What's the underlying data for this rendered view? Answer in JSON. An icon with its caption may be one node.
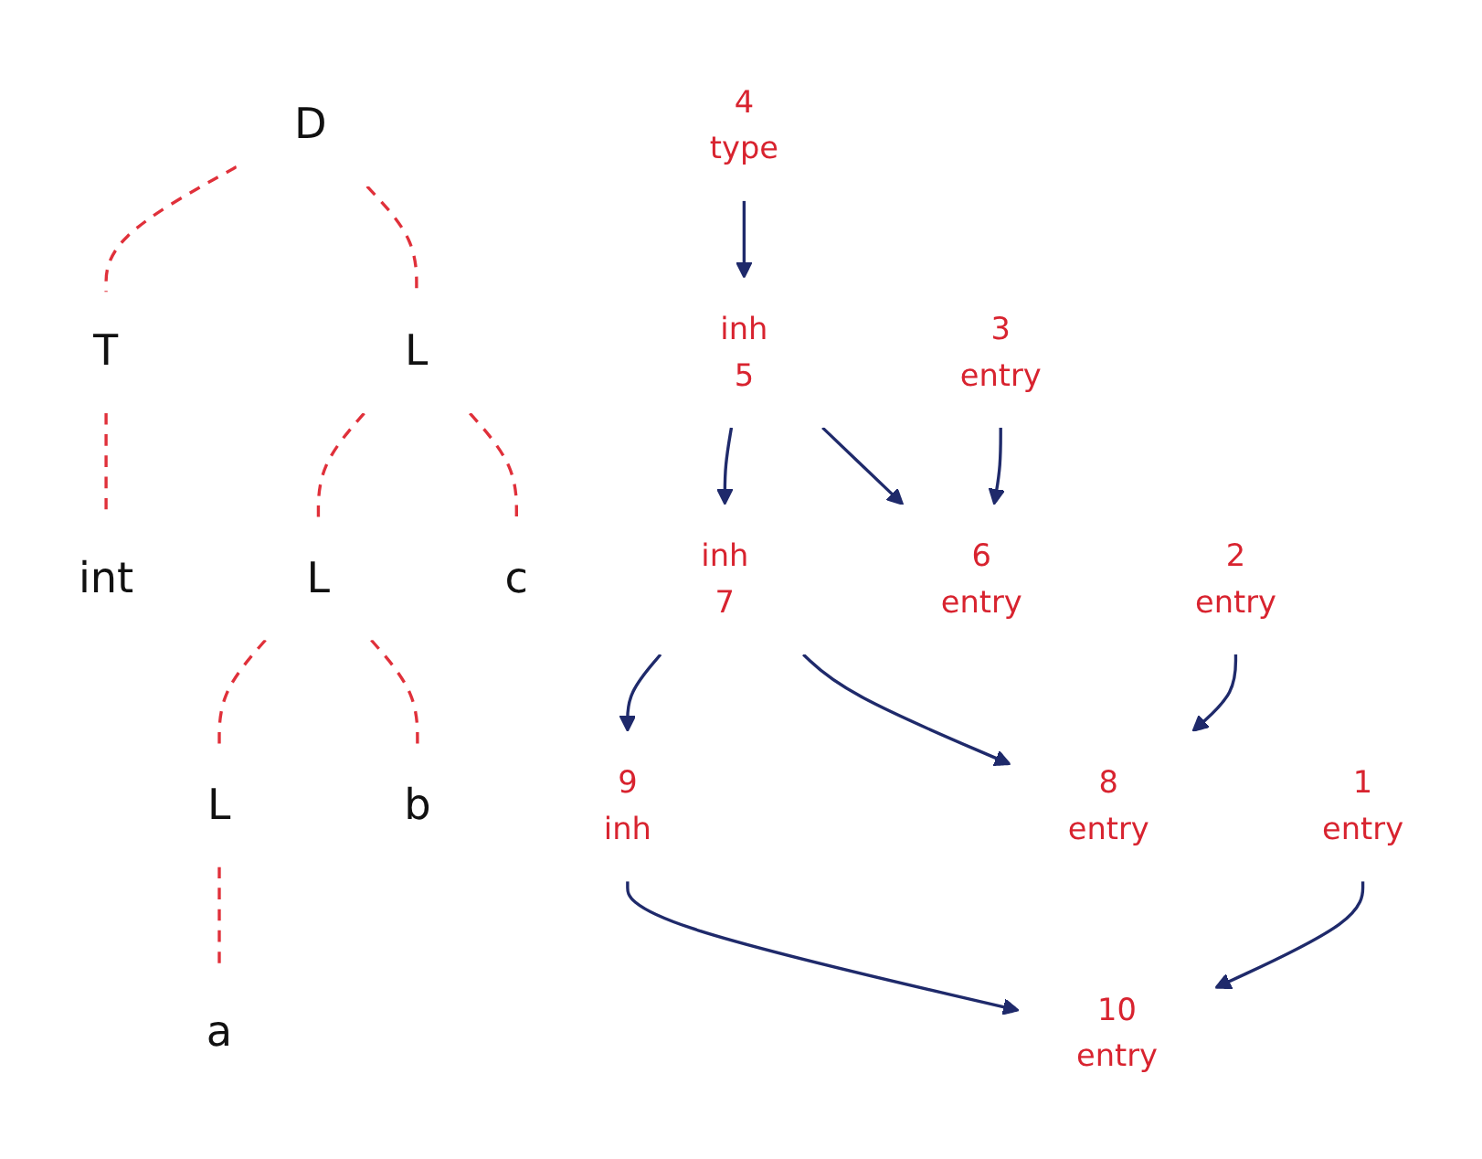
{
  "diagram": {
    "nodes": [
      {
        "text": [
          "D"
        ]
      },
      {
        "text": [
          "T"
        ]
      },
      {
        "text": [
          "4",
          "type"
        ]
      },
      {
        "text": [
          "int"
        ]
      },
      {
        "text": [
          "L"
        ]
      },
      {
        "text": [
          "inh",
          "5"
        ]
      },
      {
        "text": [
          "6",
          "entry"
        ]
      },
      {
        "text": [
          "c"
        ]
      },
      {
        "text": [
          "3",
          "entry"
        ]
      },
      {
        "text": [
          "L"
        ]
      },
      {
        "text": [
          "inh",
          "7"
        ]
      },
      {
        "text": [
          "8",
          "entry"
        ]
      },
      {
        "text": [
          "b"
        ]
      },
      {
        "text": [
          "2",
          "entry"
        ]
      },
      {
        "text": [
          "L"
        ]
      },
      {
        "text": [
          "9",
          "inh"
        ]
      },
      {
        "text": [
          "10",
          "entry"
        ]
      },
      {
        "text": [
          "a"
        ]
      },
      {
        "text": [
          "1",
          "entry"
        ]
      }
    ],
    "edges": [
      {
        "from": 0,
        "to": 1,
        "arrow": "none",
        "style": "dashed",
        "color": "#e0303a"
      },
      {
        "from": 0,
        "to": 4,
        "arrow": "none",
        "style": "dashed",
        "color": "#e0303a"
      },
      {
        "from": 1,
        "to": 3,
        "arrow": "none",
        "style": "dashed",
        "color": "#e0303a"
      },
      {
        "from": 4,
        "to": 9,
        "arrow": "none",
        "style": "dashed",
        "color": "#e0303a"
      },
      {
        "from": 4,
        "to": 7,
        "arrow": "none",
        "style": "dashed",
        "color": "#e0303a"
      },
      {
        "from": 9,
        "to": 14,
        "arrow": "none",
        "style": "dashed",
        "color": "#e0303a"
      },
      {
        "from": 9,
        "to": 12,
        "arrow": "none",
        "style": "dashed",
        "color": "#e0303a"
      },
      {
        "from": 14,
        "to": 17,
        "arrow": "none",
        "style": "dashed",
        "color": "#e0303a"
      },
      {
        "from": 2,
        "to": 5,
        "arrow": "to"
      },
      {
        "from": 5,
        "to": 10,
        "arrow": "to"
      },
      {
        "from": 10,
        "to": 15,
        "arrow": "to"
      },
      {
        "from": 5,
        "to": 6,
        "arrow": "to"
      },
      {
        "from": 8,
        "to": 6,
        "arrow": "to"
      },
      {
        "from": 10,
        "to": 11,
        "arrow": "to"
      },
      {
        "from": 13,
        "to": 11,
        "arrow": "to"
      },
      {
        "from": 15,
        "to": 16,
        "arrow": "to"
      },
      {
        "from": 18,
        "to": 16,
        "arrow": "to"
      }
    ]
  }
}
